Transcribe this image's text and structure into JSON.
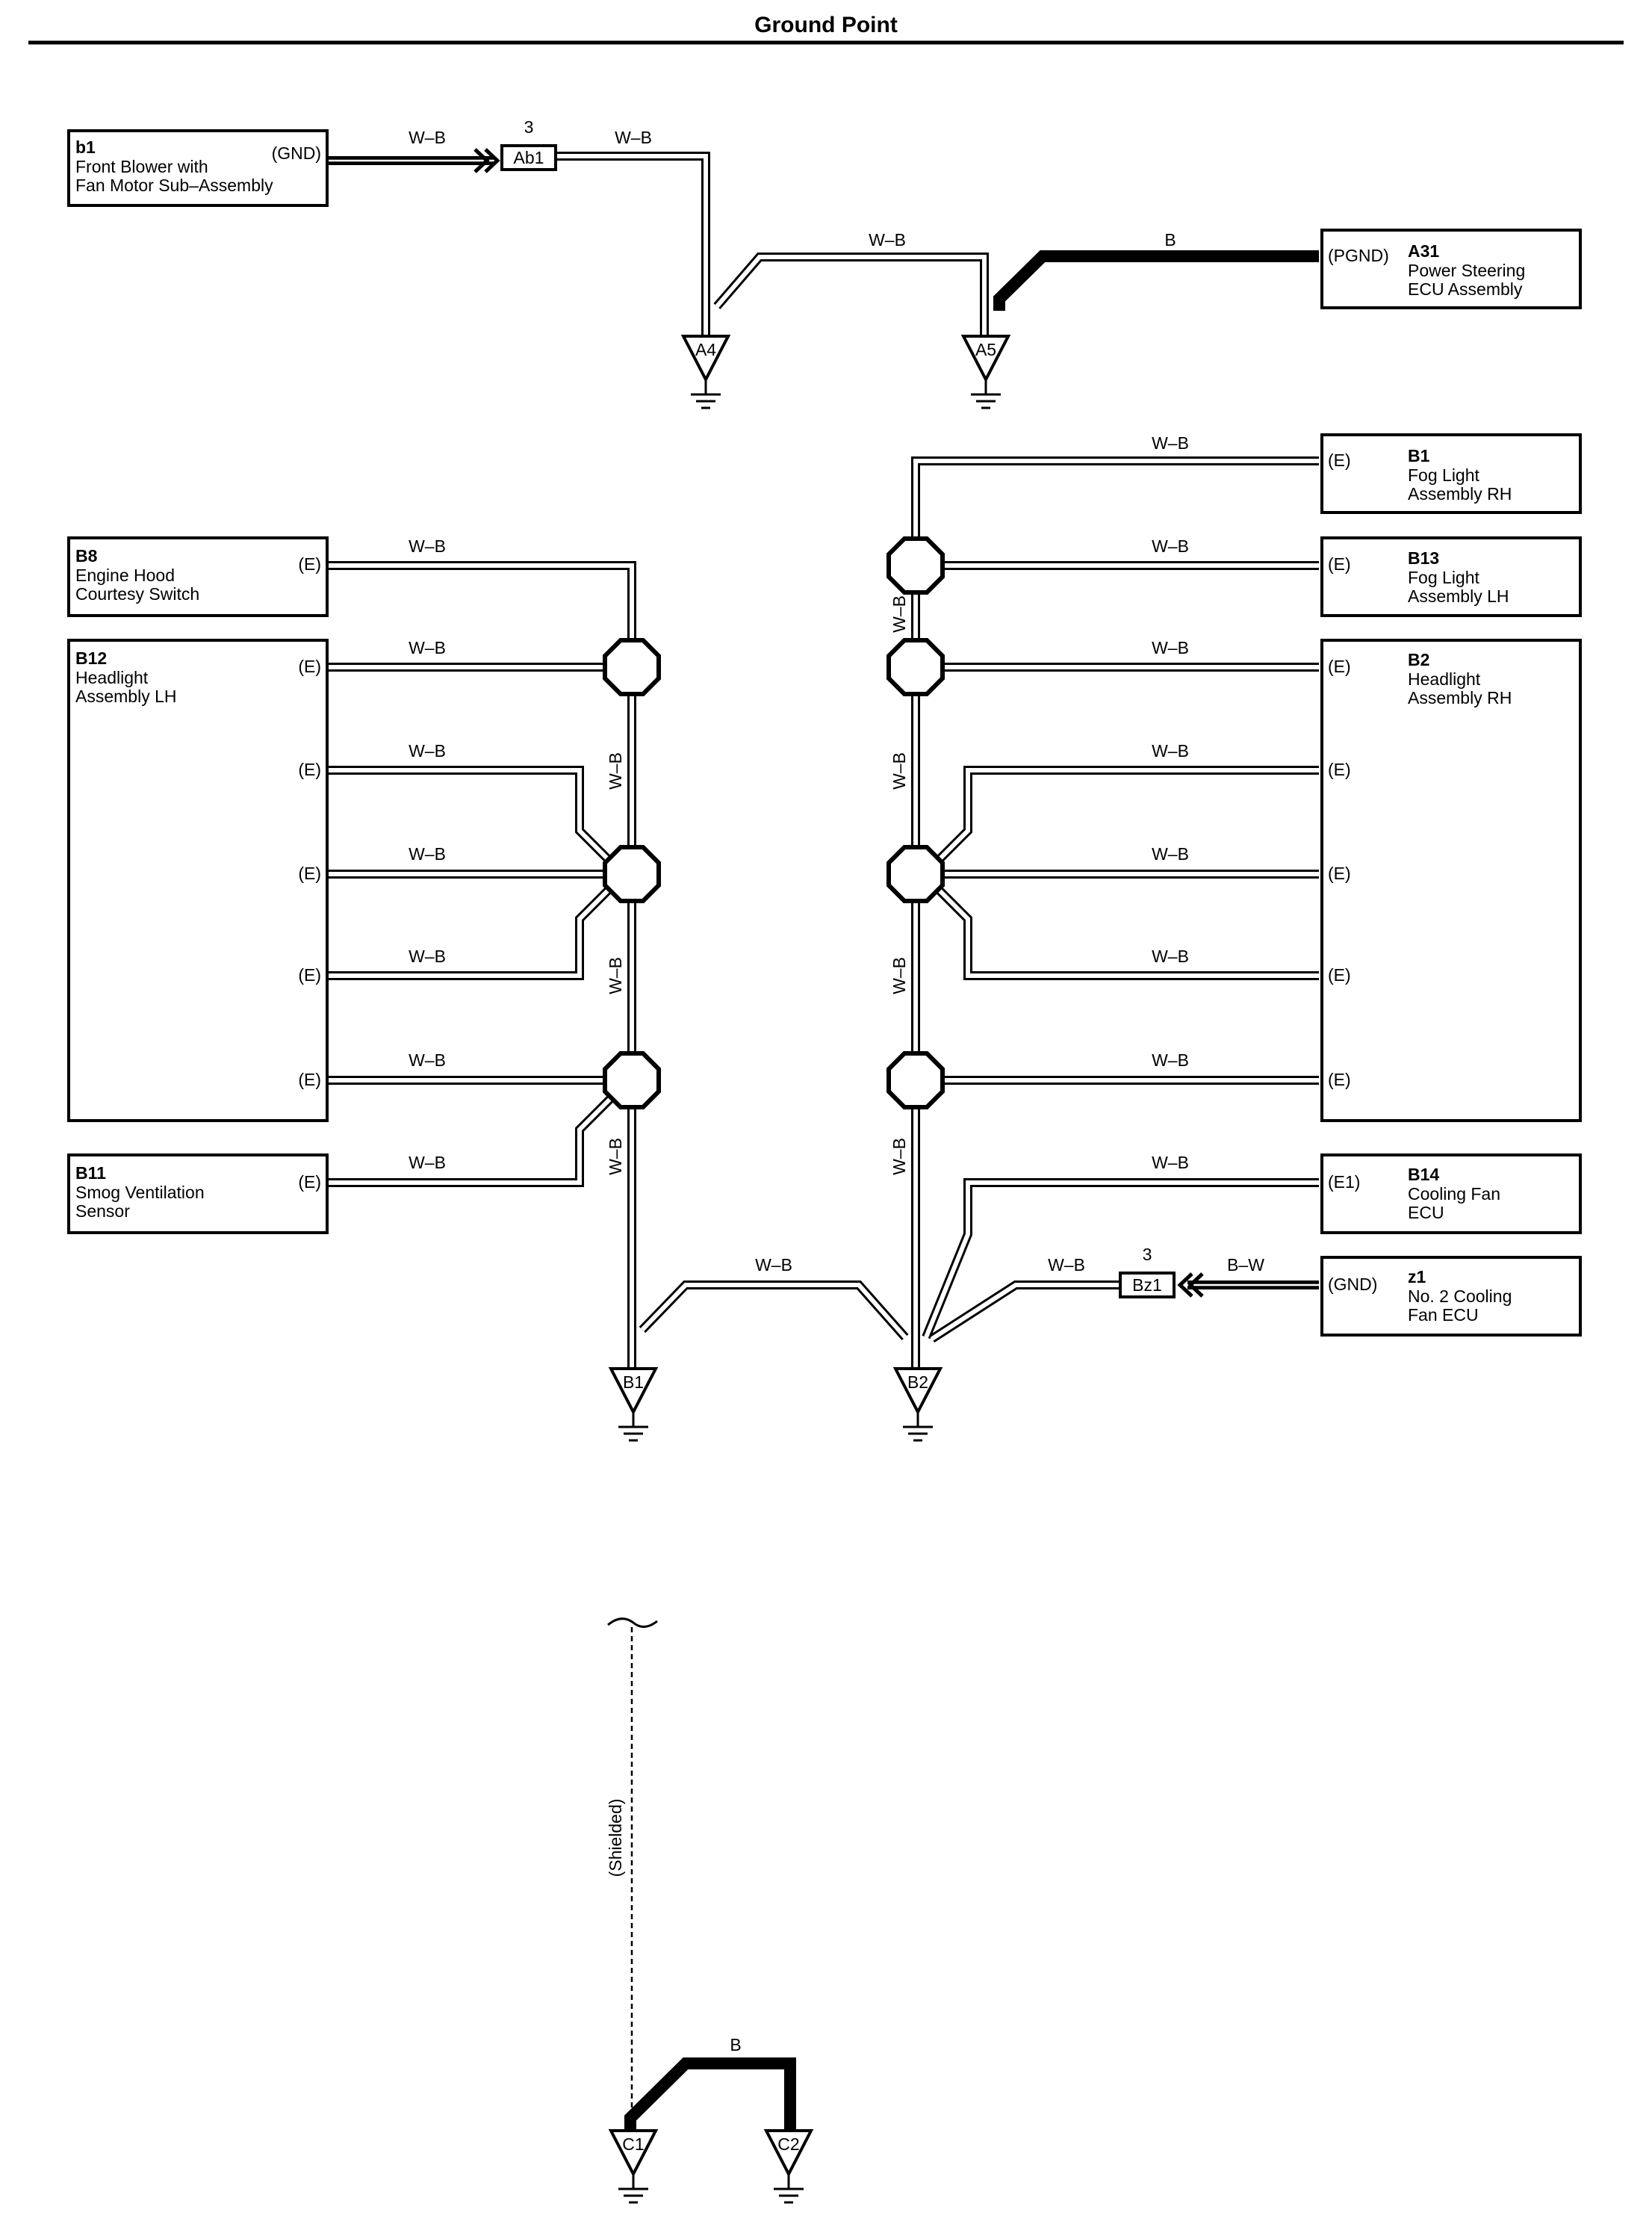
{
  "title": "Ground Point",
  "components": {
    "b1": {
      "code": "b1",
      "name": [
        "Front Blower with",
        "Fan Motor Sub–Assembly"
      ],
      "pin": "(GND)"
    },
    "A31": {
      "code": "A31",
      "name": [
        "Power Steering",
        "ECU Assembly"
      ],
      "pin": "(PGND)"
    },
    "B1": {
      "code": "B1",
      "name": [
        "Fog Light",
        "Assembly RH"
      ],
      "pin": "(E)"
    },
    "B8": {
      "code": "B8",
      "name": [
        "Engine Hood",
        "Courtesy Switch"
      ],
      "pin": "(E)"
    },
    "B13": {
      "code": "B13",
      "name": [
        "Fog Light",
        "Assembly LH"
      ],
      "pin": "(E)"
    },
    "B12": {
      "code": "B12",
      "name": [
        "Headlight",
        "Assembly LH"
      ],
      "pins": [
        "(E)",
        "(E)",
        "(E)",
        "(E)",
        "(E)"
      ]
    },
    "B2": {
      "code": "B2",
      "name": [
        "Headlight",
        "Assembly RH"
      ],
      "pins": [
        "(E)",
        "(E)",
        "(E)",
        "(E)",
        "(E)"
      ]
    },
    "B11": {
      "code": "B11",
      "name": [
        "Smog Ventilation",
        "Sensor"
      ],
      "pin": "(E)"
    },
    "B14": {
      "code": "B14",
      "name": [
        "Cooling Fan",
        "ECU"
      ],
      "pin": "(E1)"
    },
    "z1": {
      "code": "z1",
      "name": [
        "No. 2 Cooling",
        "Fan ECU"
      ],
      "pin": "(GND)"
    }
  },
  "connectors": {
    "Ab1": {
      "label": "Ab1",
      "pin": "3"
    },
    "Bz1": {
      "label": "Bz1",
      "pin": "3"
    }
  },
  "grounds": [
    "A4",
    "A5",
    "B1",
    "B2",
    "C1",
    "C2"
  ],
  "wire_colors": {
    "wb": "W–B",
    "b": "B",
    "bw": "B–W"
  },
  "shielded_label": "(Shielded)"
}
